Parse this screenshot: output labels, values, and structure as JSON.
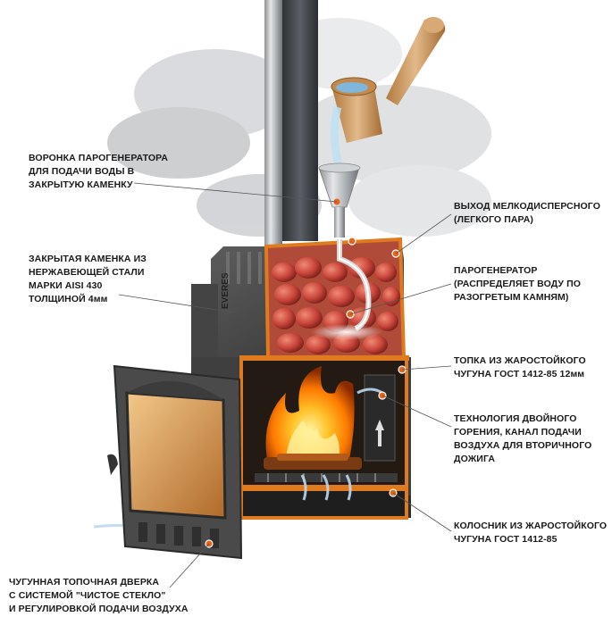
{
  "labels": {
    "funnel": [
      "ВОРОНКА ПАРОГЕНЕРАТОРА",
      "ДЛЯ ПОДАЧИ ВОДЫ В",
      "ЗАКРЫТУЮ КАМЕНКУ"
    ],
    "closed_heater": [
      "ЗАКРЫТАЯ КАМЕНКА ИЗ",
      "НЕРЖАВЕЮЩЕЙ СТАЛИ",
      "МАРКИ AISI 430",
      "ТОЛЩИНОЙ 4мм"
    ],
    "fine_steam": [
      "ВЫХОД МЕЛКОДИСПЕРСНОГО",
      "(ЛЕГКОГО ПАРА)"
    ],
    "steam_generator": [
      "ПАРОГЕНЕРАТОР",
      "(РАСПРЕДЕЛЯЕТ ВОДУ ПО",
      "РАЗОГРЕТЫМ КАМНЯМ)"
    ],
    "firebox": [
      "ТОПКА ИЗ ЖАРОСТОЙКОГО",
      "ЧУГУНА ГОСТ 1412-85  12мм"
    ],
    "double_burn": [
      "ТЕХНОЛОГИЯ ДВОЙНОГО",
      "ГОРЕНИЯ, КАНАЛ ПОДАЧИ",
      "ВОЗДУХА ДЛЯ ВТОРИЧНОГО",
      "ДОЖИГА"
    ],
    "grate": [
      "КОЛОСНИК ИЗ ЖАРОСТОЙКОГО",
      "ЧУГУНА ГОСТ 1412-85"
    ],
    "door": [
      "ЧУГУННАЯ ТОПОЧНАЯ ДВЕРКА",
      "С СИСТЕМОЙ \"ЧИСТОЕ СТЕКЛО\"",
      "И РЕГУЛИРОВКОЙ ПОДАЧИ ВОЗДУХА"
    ]
  },
  "brand_plate": "EVERES",
  "colors": {
    "cast_iron": "#4a4a4a",
    "cut_edge": "#e07a1f",
    "stones": "#c9463a",
    "fire": "#ff8a00",
    "leader_line": "#555555",
    "marker": "#e8641a"
  },
  "icons": [
    "ladle-icon",
    "funnel-icon",
    "chimney-icon",
    "flame-icon",
    "air-flow-icon",
    "stones-icon",
    "door-icon"
  ]
}
